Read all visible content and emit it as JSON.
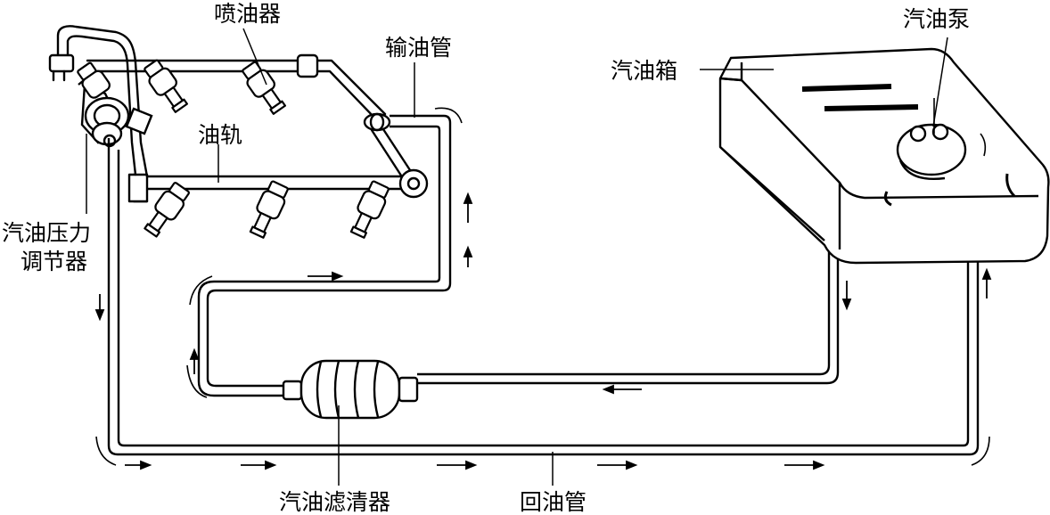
{
  "labels": {
    "injector": "喷油器",
    "delivery_pipe": "输油管",
    "fuel_rail": "油轨",
    "pressure_regulator_line1": "汽油压力",
    "pressure_regulator_line2": "调节器",
    "fuel_tank": "汽油箱",
    "fuel_pump": "汽油泵",
    "fuel_filter": "汽油滤清器",
    "return_pipe": "回油管"
  }
}
